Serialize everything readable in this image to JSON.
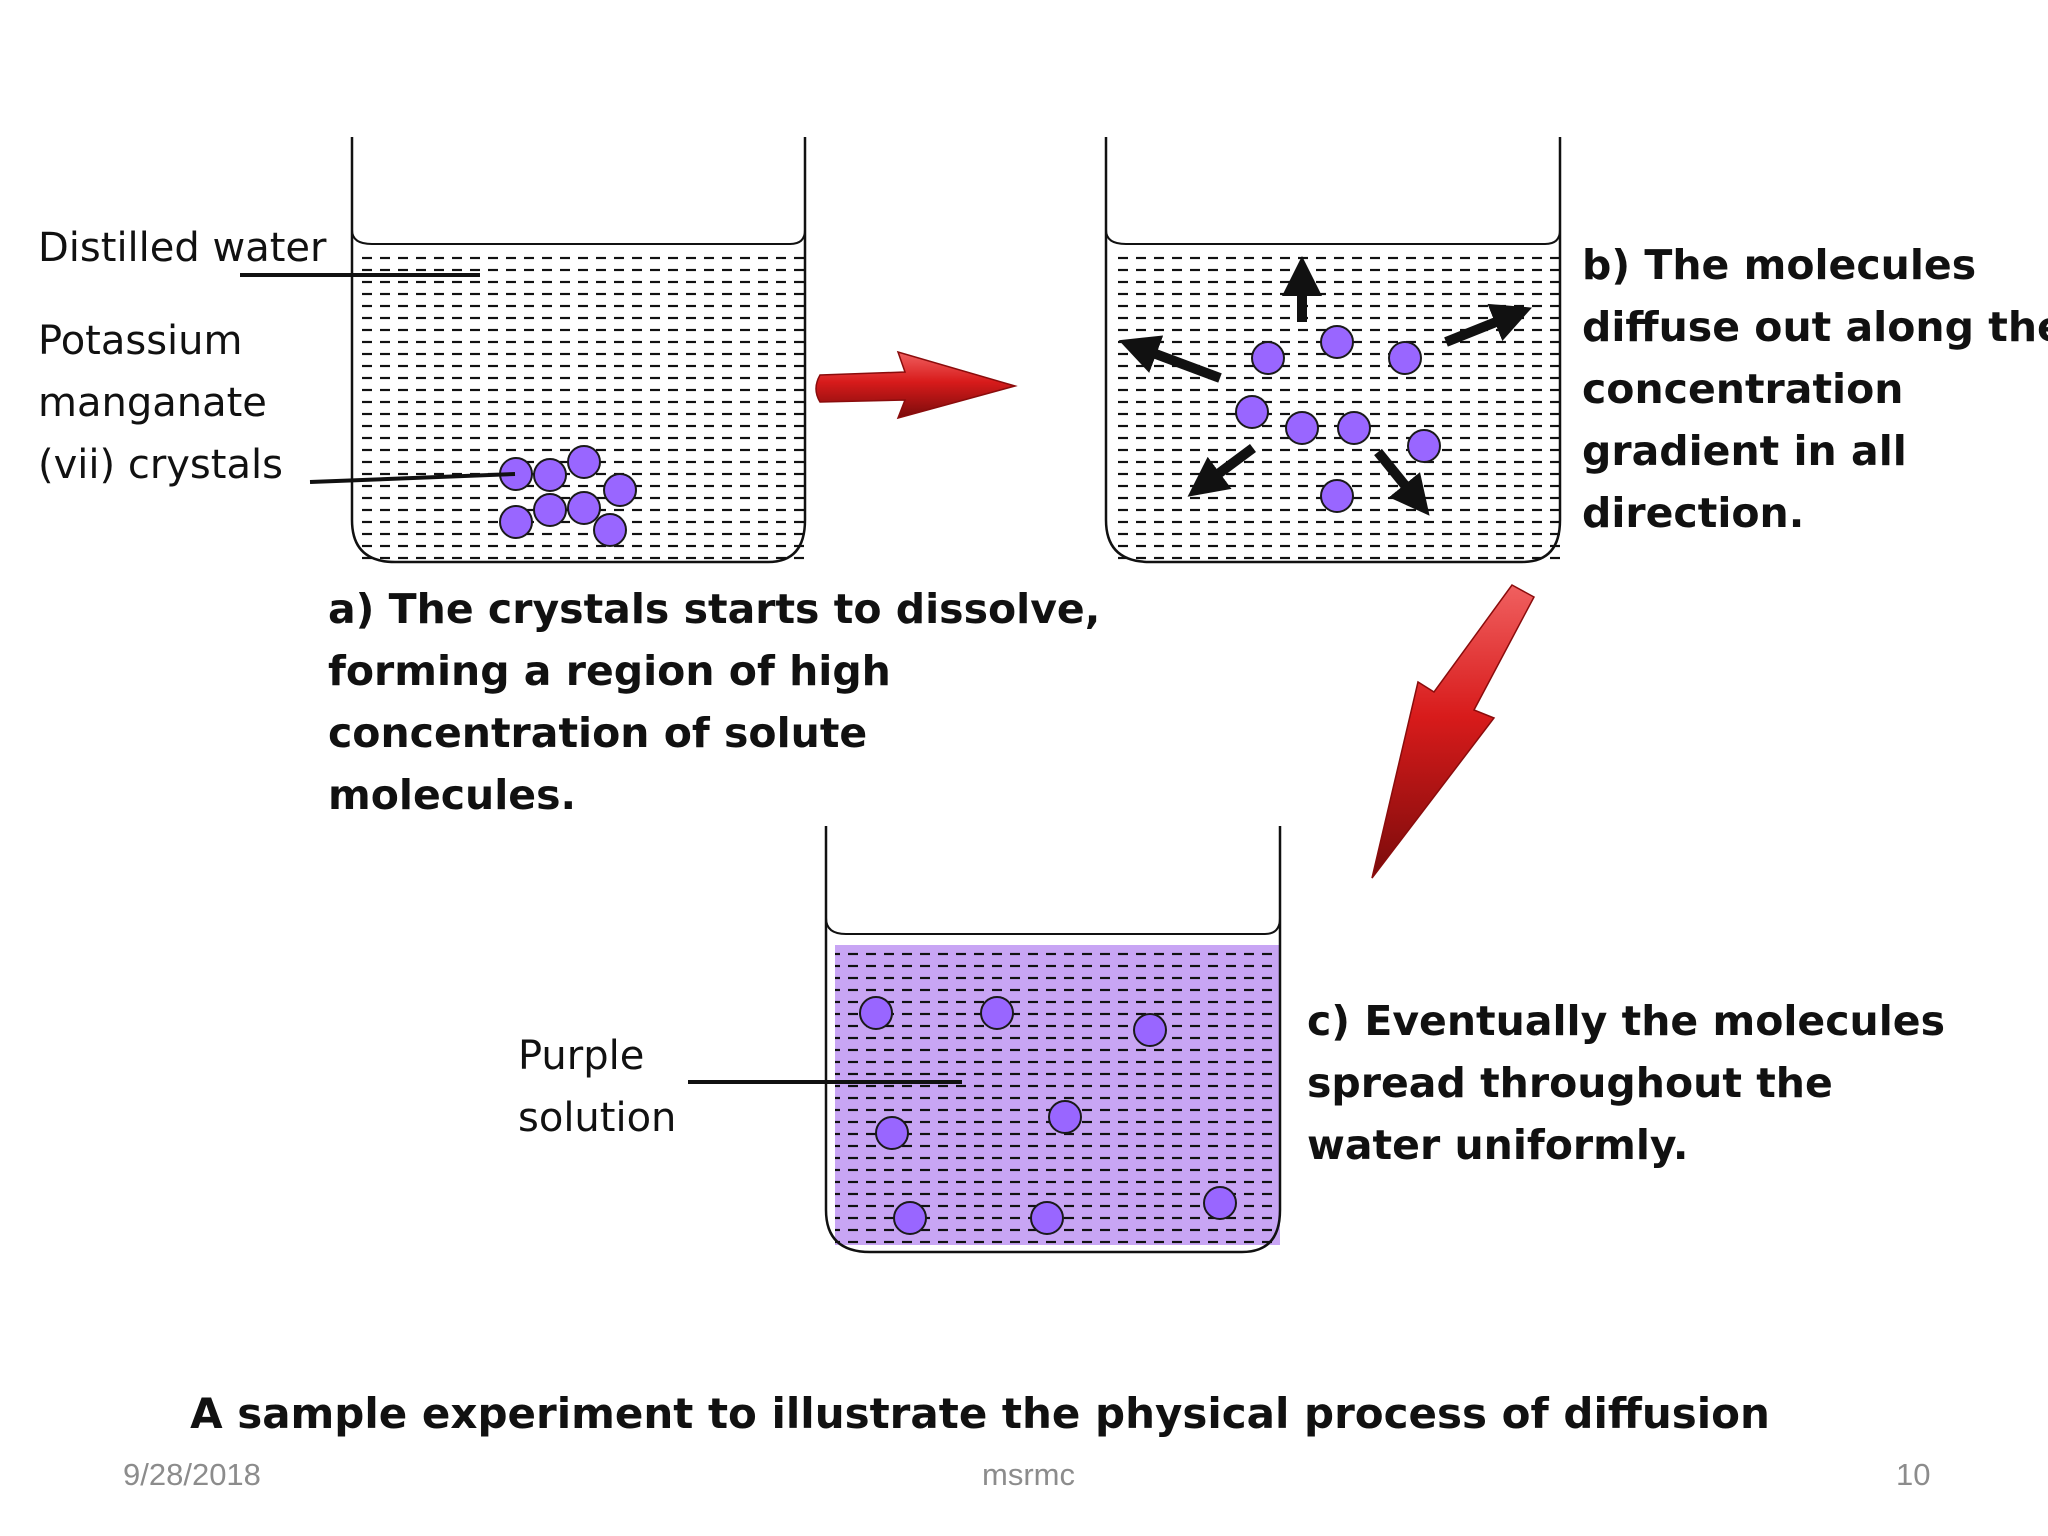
{
  "labels": {
    "distilled_water": "Distilled water",
    "crystals_lines": [
      "Potassium",
      "manganate",
      "(vii) crystals"
    ],
    "purple_solution_lines": [
      "Purple",
      "solution"
    ]
  },
  "steps": {
    "a_lines": [
      "a) The  crystals starts to dissolve,",
      "forming a region of  high",
      "concentration of solute",
      "molecules."
    ],
    "b_lines": [
      "b) The molecules",
      "diffuse out along the",
      "concentration",
      "gradient  in all",
      "direction."
    ],
    "c_lines": [
      "c) Eventually  the molecules",
      "spread  throughout the",
      "water uniformly."
    ]
  },
  "caption": "A sample experiment to illustrate the physical process of diffusion",
  "footer": {
    "date": "9/28/2018",
    "author": "msrmc",
    "page_number": "10"
  },
  "colors": {
    "molecule": "#9966ff",
    "solution": "#c8a5f4",
    "arrow": "#d11a1a",
    "ink": "#111111"
  }
}
